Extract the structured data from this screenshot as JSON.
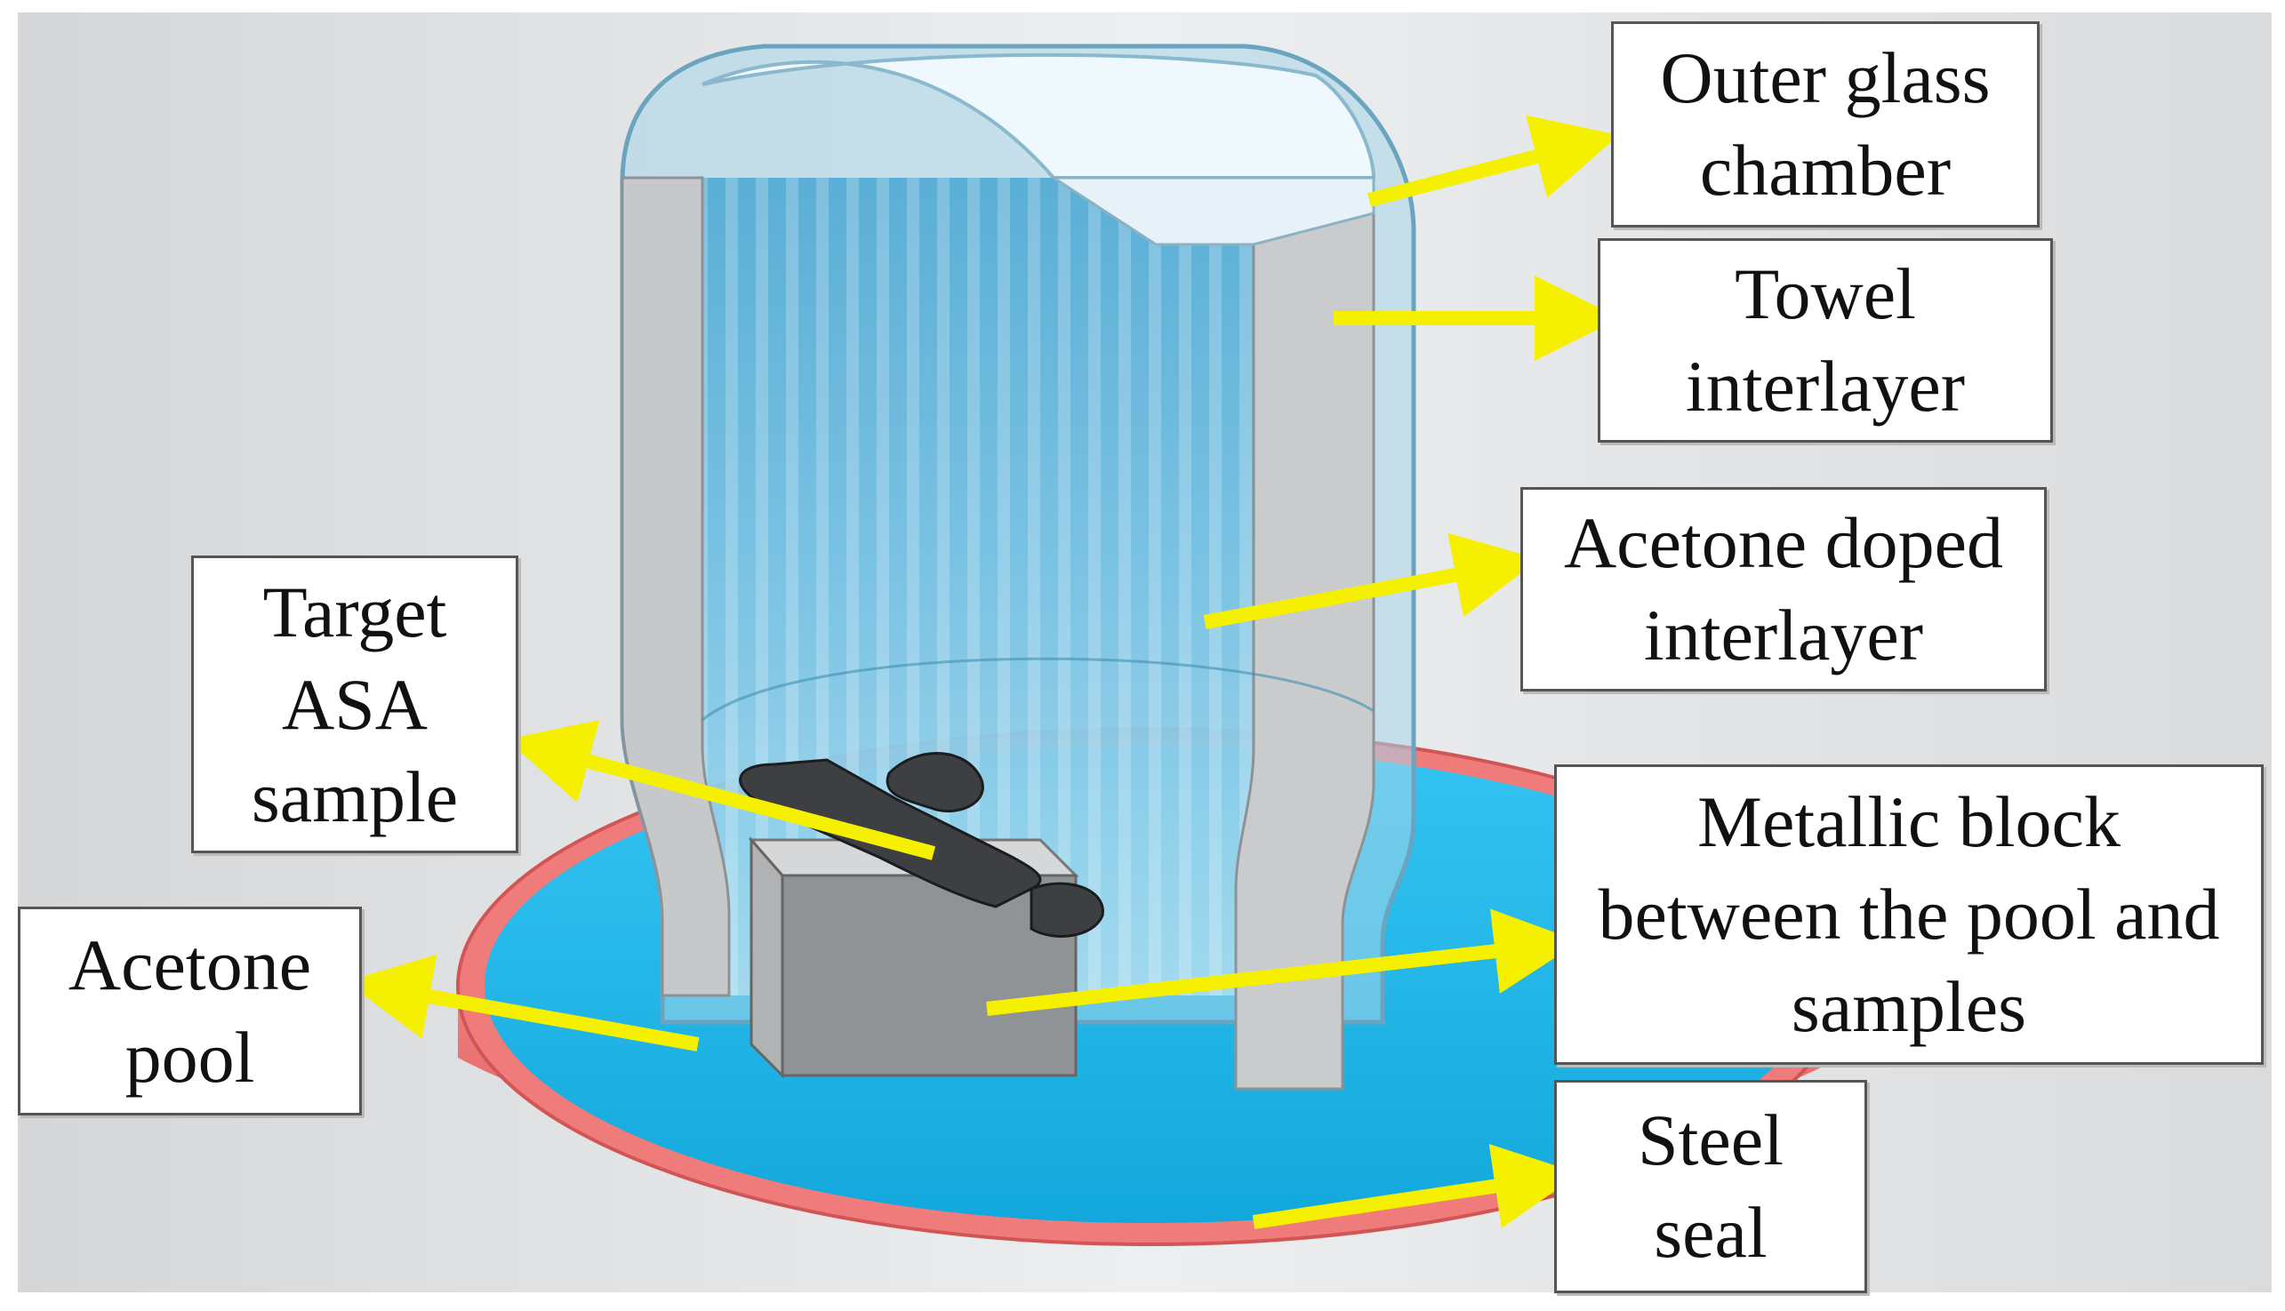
{
  "labels": {
    "outer_glass_chamber": [
      "Outer glass",
      "chamber"
    ],
    "towel_interlayer": [
      "Towel",
      "interlayer"
    ],
    "acetone_doped_interlayer": [
      "Acetone doped",
      "interlayer"
    ],
    "target_asa_sample": [
      "Target",
      "ASA",
      "sample"
    ],
    "metallic_block": [
      "Metallic block",
      "between the pool and",
      "samples"
    ],
    "acetone_pool": [
      "Acetone",
      "pool"
    ],
    "steel_seal": [
      "Steel",
      "seal"
    ]
  },
  "colors": {
    "arrow": "#f5f000",
    "acetone": "#14b6ea",
    "seal": "#e96a6a",
    "glass": "#9fd2e6",
    "towel": "#c8c8c8",
    "block": "#8a8a8a"
  }
}
